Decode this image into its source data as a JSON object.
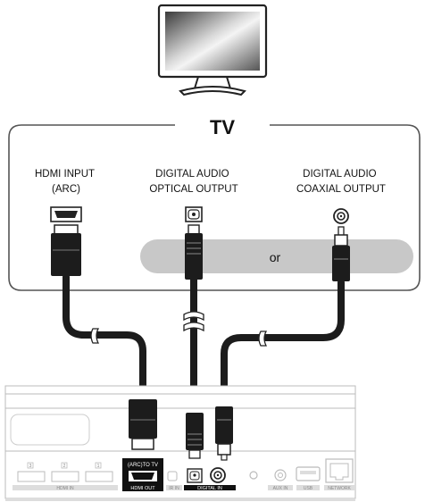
{
  "tv": {
    "title": "TV",
    "ports": [
      {
        "line1": "HDMI INPUT",
        "line2": "(ARC)"
      },
      {
        "line1": "DIGITAL AUDIO",
        "line2": "OPTICAL OUTPUT"
      },
      {
        "line1": "DIGITAL AUDIO",
        "line2": "COAXIAL OUTPUT"
      }
    ],
    "or_label": "or"
  },
  "device": {
    "hdmi_arc_label": "(ARC)TO TV",
    "hdmi_arc_sub": "HDMI OUT",
    "hdmi_inputs": [
      "3",
      "2",
      "1"
    ],
    "hdmi_in_label": "HDMI IN",
    "digital_in_label": "DIGITAL IN",
    "ir_label": "IR IN",
    "aux_label": "AUX IN",
    "usb_label": "USB",
    "network_label": "NETWORK"
  },
  "colors": {
    "cable": "#1c1c1c",
    "or_band": "#c8c8c8",
    "outline": "#555555"
  }
}
